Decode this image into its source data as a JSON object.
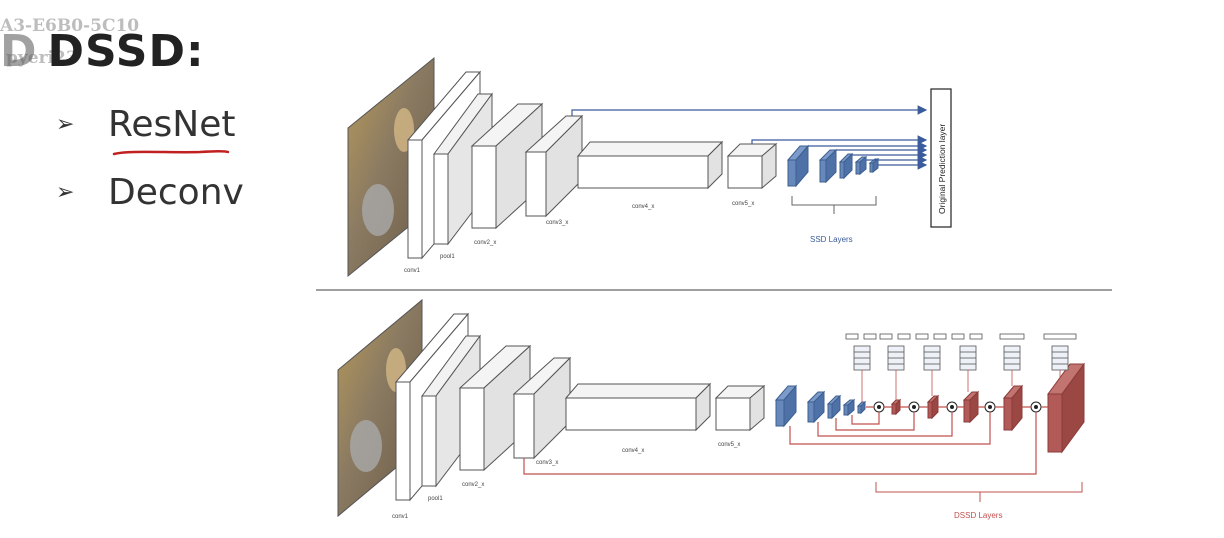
{
  "watermark": {
    "line1": "A3-E6B0-5C10",
    "line2": "pyeri23"
  },
  "slide": {
    "title_prefix": "D",
    "title_main": "DSSD:",
    "bullets": [
      {
        "glyph": "➢",
        "text": "ResNet"
      },
      {
        "glyph": "➢",
        "text": "Deconv"
      }
    ]
  },
  "diagram_top": {
    "labels": {
      "conv1": "conv1",
      "pool1": "pool1",
      "conv2": "conv2_x",
      "conv3": "conv3_x",
      "conv4": "conv4_x",
      "conv5": "conv5_x",
      "group": "SSD Layers",
      "prediction": "Original Prediction layer"
    }
  },
  "diagram_bottom": {
    "labels": {
      "conv1": "conv1",
      "pool1": "pool1",
      "conv2": "conv2_x",
      "conv3": "conv3_x",
      "conv4": "conv4_x",
      "conv5": "conv5_x",
      "group": "DSSD Layers"
    }
  },
  "colors": {
    "blue": "#5a7fb5",
    "red": "#a9514e",
    "arrow_blue": "#3a5b9c",
    "line_red": "#c0504d"
  }
}
